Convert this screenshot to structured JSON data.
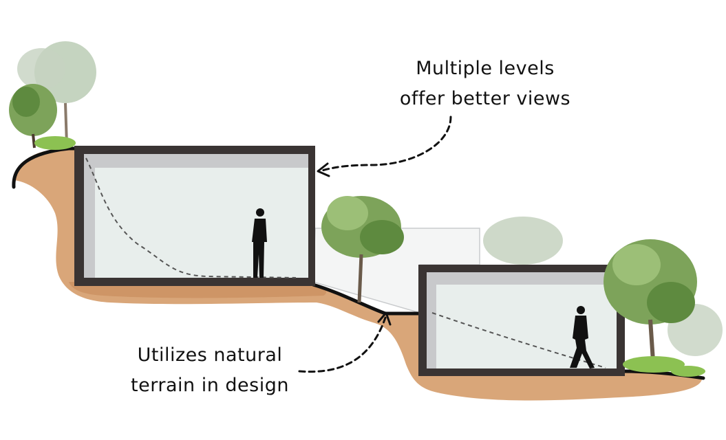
{
  "annotations": {
    "levels": {
      "line1": "Multiple levels",
      "line2": "offer better views"
    },
    "terrain": {
      "line1": "Utilizes natural",
      "line2": "terrain in design"
    }
  },
  "colors": {
    "soil": "#d9a679",
    "soil_dark": "#c98f5e",
    "wall": "#3a3433",
    "room_fill": "#e8eeec",
    "ceiling_band": "#c8c9cb",
    "foliage": "#7da35a",
    "foliage_light": "#b7c9b0",
    "grass": "#8cc152",
    "ink": "#111111"
  }
}
